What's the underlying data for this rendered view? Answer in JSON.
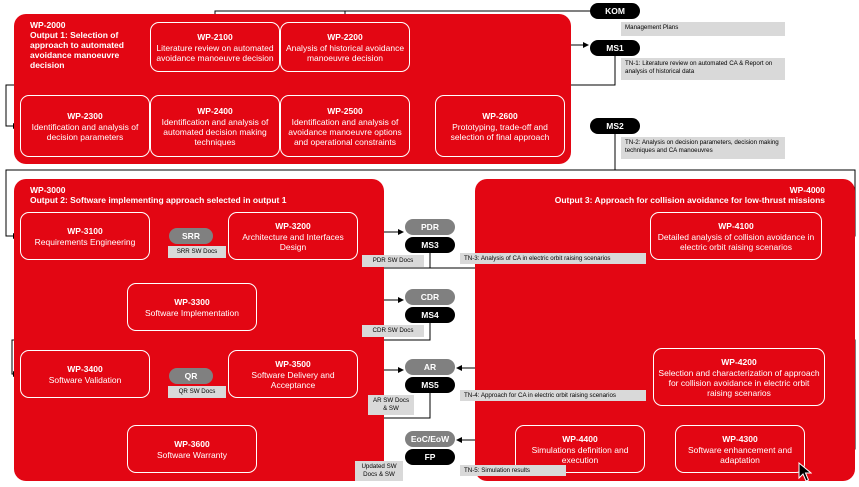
{
  "diagram_title": "Work breakdown structure",
  "wp2000": {
    "id": "WP-2000",
    "title": "Output 1: Selection of approach to automated avoidance manoeuvre decision"
  },
  "wp3000": {
    "id": "WP-3000",
    "title": "Output 2: Software implementing approach selected in output 1"
  },
  "wp4000": {
    "id": "WP-4000",
    "title": "Output 3: Approach for collision avoidance for low-thrust missions"
  },
  "boxes": {
    "wp2100": {
      "id": "WP-2100",
      "text": "Literature review on automated avoidance manoeuvre decision"
    },
    "wp2200": {
      "id": "WP-2200",
      "text": "Analysis of historical avoidance manoeuvre decision"
    },
    "wp2300": {
      "id": "WP-2300",
      "text": "Identification and analysis of decision parameters"
    },
    "wp2400": {
      "id": "WP-2400",
      "text": "Identification and analysis of automated decision making techniques"
    },
    "wp2500": {
      "id": "WP-2500",
      "text": "Identification and analysis of avoidance manoeuvre options and operational constraints"
    },
    "wp2600": {
      "id": "WP-2600",
      "text": "Prototyping, trade-off and selection of final approach"
    },
    "wp3100": {
      "id": "WP-3100",
      "text": "Requirements Engineering"
    },
    "wp3200": {
      "id": "WP-3200",
      "text": "Architecture and Interfaces Design"
    },
    "wp3300": {
      "id": "WP-3300",
      "text": "Software Implementation"
    },
    "wp3400": {
      "id": "WP-3400",
      "text": "Software Validation"
    },
    "wp3500": {
      "id": "WP-3500",
      "text": "Software Delivery and Acceptance"
    },
    "wp3600": {
      "id": "WP-3600",
      "text": "Software Warranty"
    },
    "wp4100": {
      "id": "WP-4100",
      "text": "Detailed analysis of collision avoidance in electric orbit raising scenarios"
    },
    "wp4200": {
      "id": "WP-4200",
      "text": "Selection and characterization of approach for collision avoidance in electric orbit raising scenarios"
    },
    "wp4300": {
      "id": "WP-4300",
      "text": "Software enhancement and adaptation"
    },
    "wp4400": {
      "id": "WP-4400",
      "text": "Simulations definition and execution"
    }
  },
  "milestones": {
    "kom": "KOM",
    "ms1": "MS1",
    "ms2": "MS2",
    "ms3": "MS3",
    "ms4": "MS4",
    "ms5": "MS5",
    "fp": "FP",
    "pdr": "PDR",
    "cdr": "CDR",
    "ar": "AR",
    "eoc": "EoC/EoW",
    "srr": "SRR",
    "qr": "QR"
  },
  "notes": {
    "kom": "Management Plans",
    "ms1": "TN-1: Literature review on automated CA & Report on analysis of historical data",
    "ms2": "TN-2: Analysis on decision parameters, decision making techniques and CA manoeuvres",
    "srr": "SRR SW Docs",
    "pdr": "PDR SW Docs",
    "tn3": "TN-3: Analysis of CA in electric orbit raising scenarios",
    "cdr": "CDR SW Docs",
    "qr": "QR SW Docs",
    "ar": "AR SW Docs & SW",
    "tn4": "TN-4: Approach for CA in electric orbit raising scenarios",
    "fp": "Updated SW Docs & SW",
    "tn5": "TN-5: Simulation results"
  },
  "colors": {
    "panel": "#e30613",
    "milestone": "#000000",
    "review": "#808080",
    "note": "#d9d9d9"
  }
}
